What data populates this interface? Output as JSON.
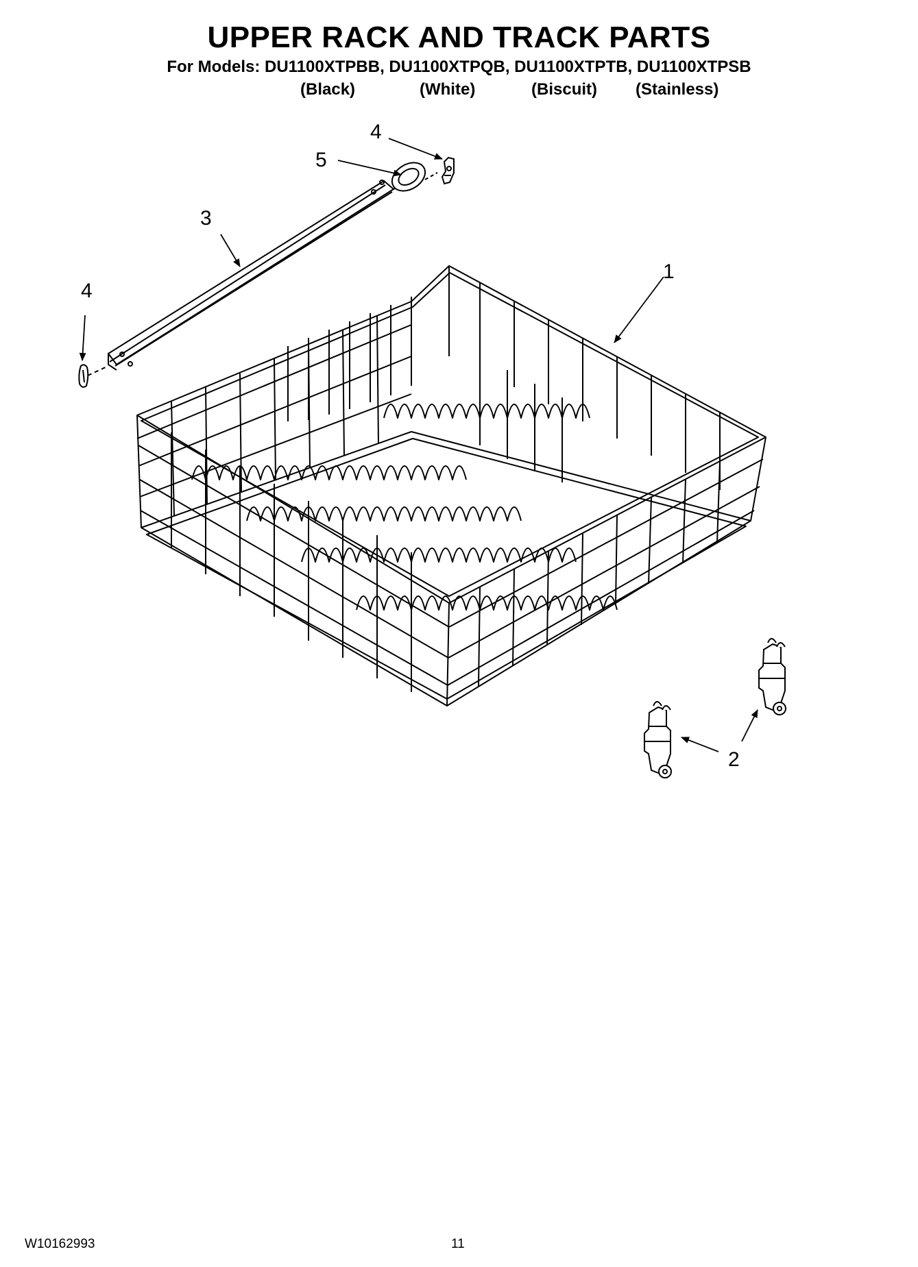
{
  "header": {
    "title": "UPPER RACK AND TRACK PARTS",
    "models_line": "For Models: DU1100XTPBB, DU1100XTPQB, DU1100XTPTB, DU1100XTPSB",
    "colors": [
      "(Black)",
      "(White)",
      "(Biscuit)",
      "(Stainless)"
    ]
  },
  "callouts": {
    "rack": "1",
    "roller_assembly": "2",
    "track": "3",
    "track_stop_top": "4",
    "track_stop_left": "4",
    "roller": "5"
  },
  "footer": {
    "doc_number": "W10162993",
    "page_number": "11"
  }
}
